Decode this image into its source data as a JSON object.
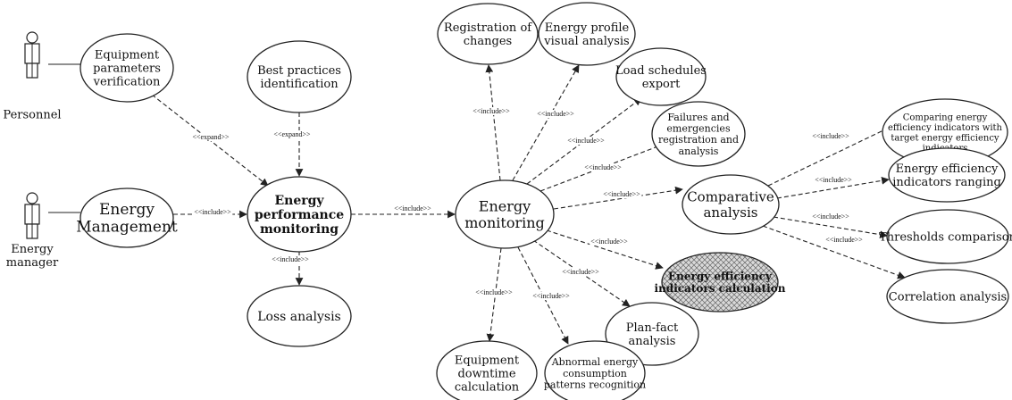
{
  "actors": [
    {
      "id": "personnel",
      "label": "Personnel"
    },
    {
      "id": "energy_manager",
      "label": "Energy\nmanager"
    }
  ],
  "usecases": [
    {
      "id": "equip_params",
      "label": "Equipment\nparameters\nverification"
    },
    {
      "id": "energy_mgmt",
      "label": "Energy\nManagement"
    },
    {
      "id": "best_practices",
      "label": "Best practices\nidentification"
    },
    {
      "id": "epm",
      "label": "Energy\nperformance\nmonitoring"
    },
    {
      "id": "loss",
      "label": "Loss analysis"
    },
    {
      "id": "registration",
      "label": "Registration of\nchanges"
    },
    {
      "id": "profile",
      "label": "Energy profile\nvisual analysis"
    },
    {
      "id": "load",
      "label": "Load schedules\nexport"
    },
    {
      "id": "failures",
      "label": "Failures and\nemergencies\nregistration and\nanalysis"
    },
    {
      "id": "monitoring",
      "label": "Energy\nmonitoring"
    },
    {
      "id": "comparative",
      "label": "Comparative\nanalysis"
    },
    {
      "id": "eff_calc",
      "label": "Energy efficiency\nindicators calculation"
    },
    {
      "id": "planfact",
      "label": "Plan-fact\nanalysis"
    },
    {
      "id": "downtime",
      "label": "Equipment\ndowntime\ncalculation"
    },
    {
      "id": "abnormal",
      "label": "Abnormal energy\nconsumption\npatterns recognition"
    },
    {
      "id": "comparing",
      "label": "Comparing energy\nefficiency indicators with\ntarget energy efficiency\nindicators"
    },
    {
      "id": "ranging",
      "label": "Energy efficiency\nindicators ranging"
    },
    {
      "id": "thresholds",
      "label": "Thresholds comparison"
    },
    {
      "id": "correlation",
      "label": "Correlation analysis"
    }
  ],
  "relations": [
    {
      "from": "personnel",
      "to": "equip_params",
      "label": ""
    },
    {
      "from": "energy_manager",
      "to": "energy_mgmt",
      "label": ""
    },
    {
      "from": "equip_params",
      "to": "epm",
      "label": "<<expand>>"
    },
    {
      "from": "best_practices",
      "to": "epm",
      "label": "<<expand>>"
    },
    {
      "from": "energy_mgmt",
      "to": "epm",
      "label": "<<include>>"
    },
    {
      "from": "epm",
      "to": "loss",
      "label": "<<include>>"
    },
    {
      "from": "epm",
      "to": "monitoring",
      "label": "<<include>>"
    },
    {
      "from": "monitoring",
      "to": "registration",
      "label": "<<include>>"
    },
    {
      "from": "monitoring",
      "to": "profile",
      "label": "<<include>>"
    },
    {
      "from": "monitoring",
      "to": "load",
      "label": "<<include>>"
    },
    {
      "from": "monitoring",
      "to": "failures",
      "label": "<<include>>"
    },
    {
      "from": "monitoring",
      "to": "comparative",
      "label": "<<include>>"
    },
    {
      "from": "monitoring",
      "to": "eff_calc",
      "label": "<<include>>"
    },
    {
      "from": "monitoring",
      "to": "planfact",
      "label": "<<include>>"
    },
    {
      "from": "monitoring",
      "to": "abnormal",
      "label": "<<include>>"
    },
    {
      "from": "monitoring",
      "to": "downtime",
      "label": "<<include>>"
    },
    {
      "from": "comparative",
      "to": "comparing",
      "label": "<<include>>"
    },
    {
      "from": "comparative",
      "to": "ranging",
      "label": "<<include>>"
    },
    {
      "from": "comparative",
      "to": "thresholds",
      "label": "<<include>>"
    },
    {
      "from": "comparative",
      "to": "correlation",
      "label": "<<include>>"
    }
  ]
}
